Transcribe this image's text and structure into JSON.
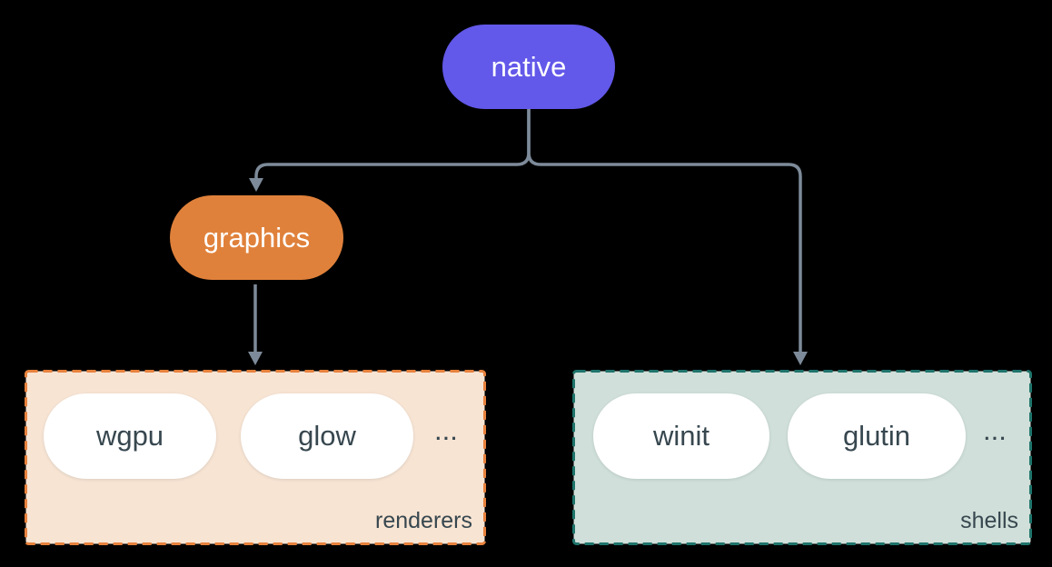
{
  "diagram": {
    "colors": {
      "background": "#000000",
      "connector": "#7d8a99",
      "native_fill": "#6258e9",
      "graphics_fill": "#e0813b",
      "node_text": "#ffffff",
      "renderers_fill": "#f8e4d3",
      "renderers_border": "#e8823d",
      "shells_fill": "#d0dfd9",
      "shells_border": "#1e746b",
      "item_text": "#37474f"
    },
    "nodes": {
      "native": {
        "label": "native"
      },
      "graphics": {
        "label": "graphics"
      }
    },
    "groups": {
      "renderers": {
        "label": "renderers",
        "items": [
          "wgpu",
          "glow"
        ],
        "ellipsis": "..."
      },
      "shells": {
        "label": "shells",
        "items": [
          "winit",
          "glutin"
        ],
        "ellipsis": "..."
      }
    },
    "edges": [
      {
        "from": "native",
        "to": "graphics"
      },
      {
        "from": "native",
        "to": "shells"
      },
      {
        "from": "graphics",
        "to": "renderers"
      }
    ]
  }
}
